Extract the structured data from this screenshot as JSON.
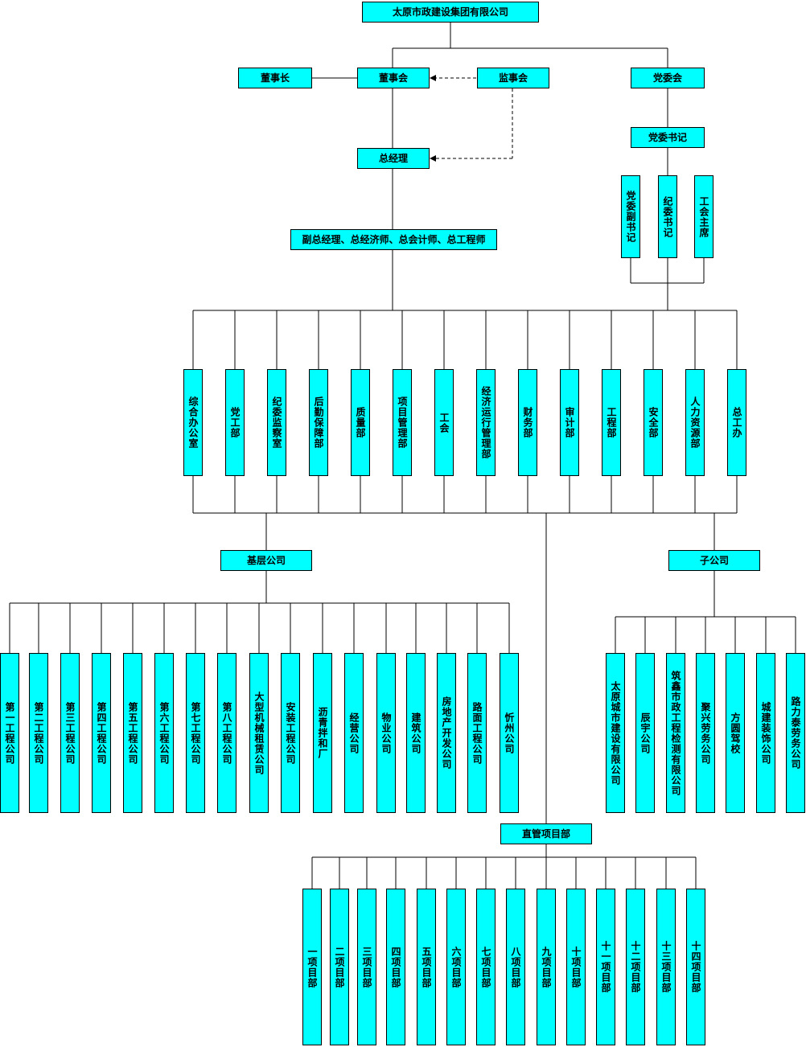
{
  "top": "太原市政建设集团有限公司",
  "chairman": "董事长",
  "board": "董事会",
  "supervisors": "监事会",
  "party_committee": "党委会",
  "party_secretary": "党委书记",
  "gm": "总经理",
  "deputies": "副总经理、总经济师、总会计师、总工程师",
  "party_sub": [
    "党委副书记",
    "纪委书记",
    "工会主席"
  ],
  "departments": [
    "综合办公室",
    "党工部",
    "纪委监察室",
    "后勤保障部",
    "质量部",
    "项目管理部",
    "工会",
    "经济运行管理部",
    "财务部",
    "审计部",
    "工程部",
    "安全部",
    "人力资源部",
    "总工办"
  ],
  "grassroots": {
    "label": "基层公司",
    "items": [
      "第一工程公司",
      "第二工程公司",
      "第三工程公司",
      "第四工程公司",
      "第五工程公司",
      "第六工程公司",
      "第七工程公司",
      "第八工程公司",
      "大型机械租赁公司",
      "安装工程公司",
      "沥青拌和厂",
      "经营公司",
      "物业公司",
      "建筑公司",
      "房地产开发公司",
      "路面工程公司",
      "忻州公司"
    ]
  },
  "subsidiaries": {
    "label": "子公司",
    "items": [
      "太原城市建设有限公司",
      "辰宇公司",
      "筑鑫市政工程检测有限公司",
      "聚兴劳务公司",
      "方圆驾校",
      "城建装饰公司",
      "路力泰劳务公司"
    ]
  },
  "direct": {
    "label": "直管项目部",
    "items": [
      "一项目部",
      "二项目部",
      "三项目部",
      "四项目部",
      "五项目部",
      "六项目部",
      "七项目部",
      "八项目部",
      "九项目部",
      "十项目部",
      "十一项目部",
      "十二项目部",
      "十三项目部",
      "十四项目部"
    ]
  }
}
